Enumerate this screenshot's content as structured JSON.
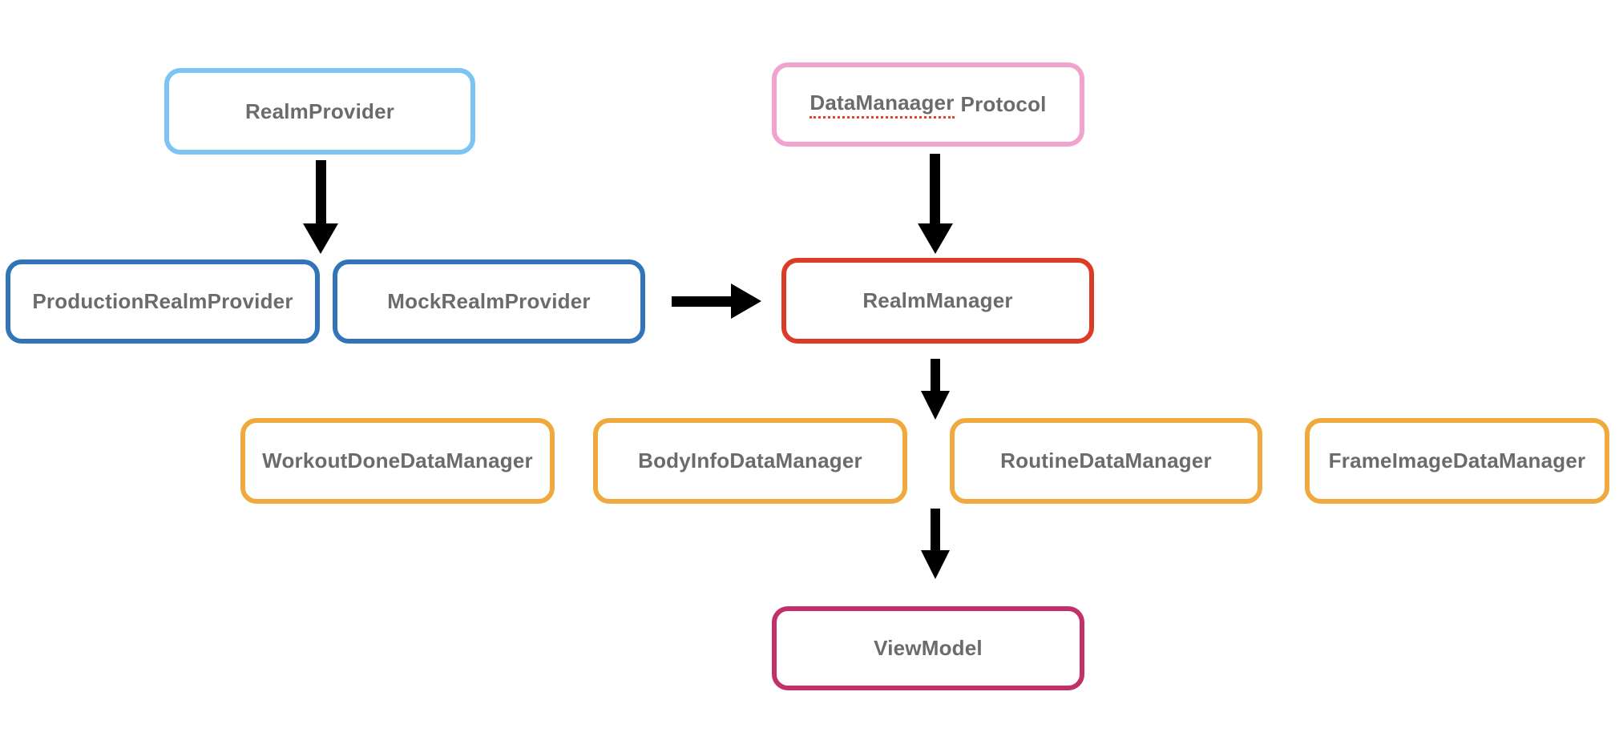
{
  "diagram": {
    "background_color": "#ffffff",
    "text_color": "#6b6b6b",
    "arrow_color": "#000000",
    "nodes": [
      {
        "id": "realm-provider",
        "label": "RealmProvider",
        "border_color": "#7cc4f4"
      },
      {
        "id": "datamanager-protocol",
        "label": "DataManaager Protocol",
        "label_misspelled": "DataManaager",
        "label_rest": "Protocol",
        "squiggle_color": "#e8442a",
        "border_color": "#f2a3cd"
      },
      {
        "id": "production-realm-provider",
        "label": "ProductionRealmProvider",
        "border_color": "#3274b8"
      },
      {
        "id": "mock-realm-provider",
        "label": "MockRealmProvider",
        "border_color": "#3274b8"
      },
      {
        "id": "realm-manager",
        "label": "RealmManager",
        "border_color": "#dc3b26"
      },
      {
        "id": "workout-done-data-manager",
        "label": "WorkoutDoneDataManager",
        "border_color": "#f0a93c"
      },
      {
        "id": "body-info-data-manager",
        "label": "BodyInfoDataManager",
        "border_color": "#f0a93c"
      },
      {
        "id": "routine-data-manager",
        "label": "RoutineDataManager",
        "border_color": "#f0a93c"
      },
      {
        "id": "frame-image-data-manager",
        "label": "FrameImageDataManager",
        "border_color": "#f0a93c"
      },
      {
        "id": "view-model",
        "label": "ViewModel",
        "border_color": "#c13069"
      }
    ],
    "arrows": [
      {
        "id": "a1",
        "from": "RealmProvider",
        "to": "ProductionRealmProvider / MockRealmProvider",
        "direction": "down"
      },
      {
        "id": "a2",
        "from": "DataManaager Protocol",
        "to": "RealmManager",
        "direction": "down"
      },
      {
        "id": "a3",
        "from": "MockRealmProvider",
        "to": "RealmManager",
        "direction": "right"
      },
      {
        "id": "a4",
        "from": "RealmManager",
        "to": "data managers row",
        "direction": "down"
      },
      {
        "id": "a5",
        "from": "data managers row",
        "to": "ViewModel",
        "direction": "down"
      }
    ]
  }
}
